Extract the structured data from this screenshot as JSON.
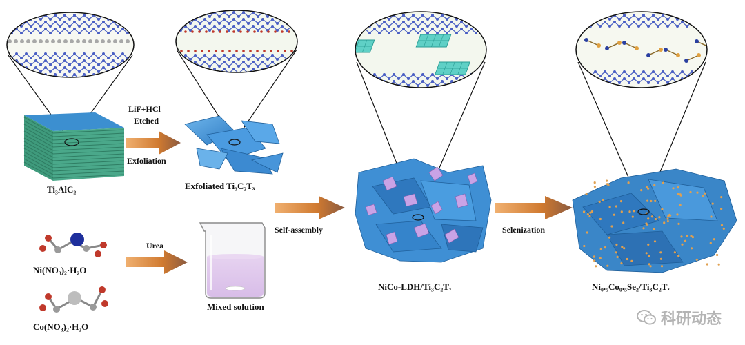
{
  "labels": {
    "ti3alc2": "Ti₃AlC₂",
    "exfoliated": "Exfoliated Ti₃C₂Tₓ",
    "nico_ldh": "NiCo-LDH/Ti₃C₂Tₓ",
    "selenide": "Ni₀.₅Co₀.₅Se₂/Ti₃C₂Tₓ",
    "ni_salt": "Ni(NO₃)₂·H₂O",
    "co_salt": "Co(NO₃)₂·H₂O",
    "mixed": "Mixed solution"
  },
  "arrows": {
    "etch_top1": "LiF+HCl",
    "etch_top2": "Etched",
    "etch_bottom": "Exfoliation",
    "urea": "Urea",
    "assembly": "Self-assembly",
    "selenize": "Selenization"
  },
  "watermark": {
    "text": "科研动态",
    "icon": "wechat-icon"
  },
  "colors": {
    "mxene_blue": "#3a8fd6",
    "ldh_violet": "#c9a3e6",
    "arrow_orange": "#e08a3a",
    "ni_blue": "#1e2f9c",
    "co_gray": "#b9b9b9",
    "lattice_blue": "#4a5fc4"
  }
}
